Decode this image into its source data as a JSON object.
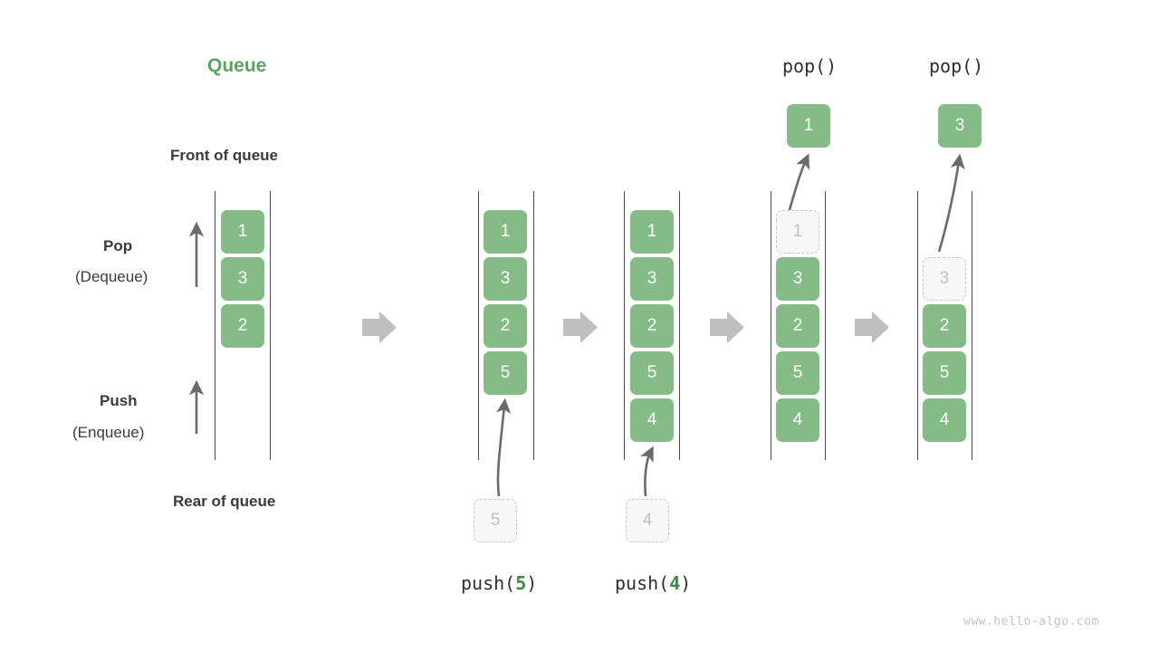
{
  "meta": {
    "title": "Queue",
    "watermark": "www.hello-algo.com",
    "colors": {
      "element_green": "#84bb86",
      "title_green": "#5aa55f",
      "ghost_fill": "#f7f7f7",
      "ghost_border": "#c9c9c9",
      "ghost_text": "#c2c2c2",
      "rail": "#4a4a4a",
      "arrow_gray": "#6b6b6b",
      "transition_arrow": "#bfbfbf",
      "text_dark": "#3b3b3b",
      "watermark_gray": "#c4c4c4"
    }
  },
  "labels": {
    "front_of_queue": "Front of queue",
    "rear_of_queue": "Rear of queue",
    "pop": "Pop",
    "pop_alt": "(Dequeue)",
    "push": "Push",
    "push_alt": "(Enqueue)"
  },
  "operations": {
    "push_5": {
      "prefix": "push(",
      "arg": "5",
      "suffix": ")"
    },
    "push_4": {
      "prefix": "push(",
      "arg": "4",
      "suffix": ")"
    },
    "pop_1": "pop()",
    "pop_2": "pop()"
  },
  "stages": [
    {
      "id": "initial",
      "caption": "",
      "slots": [
        {
          "value": "1",
          "state": "filled"
        },
        {
          "value": "3",
          "state": "filled"
        },
        {
          "value": "2",
          "state": "filled"
        }
      ],
      "incoming": null,
      "popped": null
    },
    {
      "id": "after-push-5",
      "caption": "push(5)",
      "slots": [
        {
          "value": "1",
          "state": "filled"
        },
        {
          "value": "3",
          "state": "filled"
        },
        {
          "value": "2",
          "state": "filled"
        },
        {
          "value": "5",
          "state": "filled"
        }
      ],
      "incoming": {
        "value": "5",
        "state": "ghost"
      },
      "popped": null
    },
    {
      "id": "after-push-4",
      "caption": "push(4)",
      "slots": [
        {
          "value": "1",
          "state": "filled"
        },
        {
          "value": "3",
          "state": "filled"
        },
        {
          "value": "2",
          "state": "filled"
        },
        {
          "value": "5",
          "state": "filled"
        },
        {
          "value": "4",
          "state": "filled"
        }
      ],
      "incoming": {
        "value": "4",
        "state": "ghost"
      },
      "popped": null
    },
    {
      "id": "after-pop-1",
      "caption": "pop()",
      "slots": [
        {
          "value": "1",
          "state": "ghost"
        },
        {
          "value": "3",
          "state": "filled"
        },
        {
          "value": "2",
          "state": "filled"
        },
        {
          "value": "5",
          "state": "filled"
        },
        {
          "value": "4",
          "state": "filled"
        }
      ],
      "incoming": null,
      "popped": {
        "value": "1",
        "state": "filled"
      }
    },
    {
      "id": "after-pop-2",
      "caption": "pop()",
      "slots": [
        {
          "value": "3",
          "state": "ghost"
        },
        {
          "value": "2",
          "state": "filled"
        },
        {
          "value": "5",
          "state": "filled"
        },
        {
          "value": "4",
          "state": "filled"
        }
      ],
      "incoming": null,
      "popped": {
        "value": "3",
        "state": "filled"
      }
    }
  ]
}
